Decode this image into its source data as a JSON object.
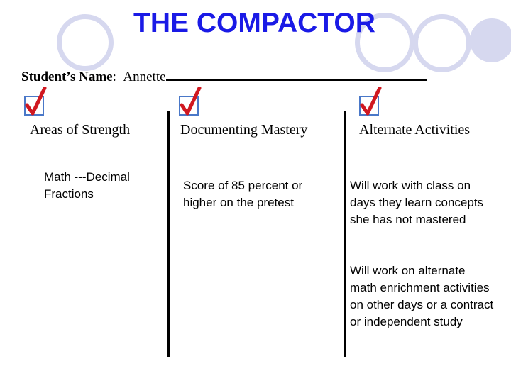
{
  "title": "THE COMPACTOR",
  "student": {
    "label": "Student’s Name",
    "separator": ":",
    "name": "Annette"
  },
  "columns": [
    {
      "header": "Areas of Strength",
      "text": "Math ---Decimal Fractions"
    },
    {
      "header": "Documenting Mastery",
      "text": "Score of 85 percent or higher on the pretest"
    },
    {
      "header": "Alternate Activities",
      "text": "Will work with class on days they learn concepts she has not mastered",
      "text2": "Will work on alternate math enrichment activities on other days or a contract or independent study"
    }
  ],
  "colors": {
    "title": "#1a1ae6",
    "circle": "#d6d8ef",
    "check": "#d01820",
    "checkbox": "#4a78c8"
  }
}
